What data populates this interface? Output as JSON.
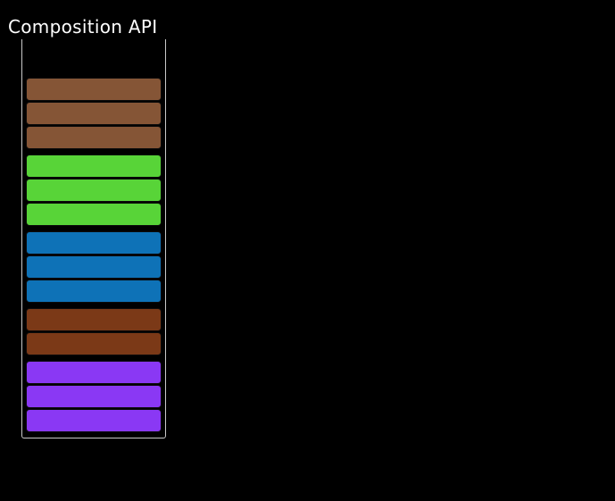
{
  "title": "Composition API",
  "colors": {
    "background": "#000000",
    "title_text": "#ffffff",
    "container_border": "#c9c9c9",
    "bar_border": "#0b0b0b"
  },
  "stack": {
    "groups": [
      {
        "name": "brown",
        "color": "#855536",
        "segments": 3
      },
      {
        "name": "green",
        "color": "#58D438",
        "segments": 3
      },
      {
        "name": "blue",
        "color": "#0E72B7",
        "segments": 3
      },
      {
        "name": "dark-red",
        "color": "#7B3917",
        "segments": 2
      },
      {
        "name": "purple",
        "color": "#8A38F4",
        "segments": 3
      }
    ]
  }
}
